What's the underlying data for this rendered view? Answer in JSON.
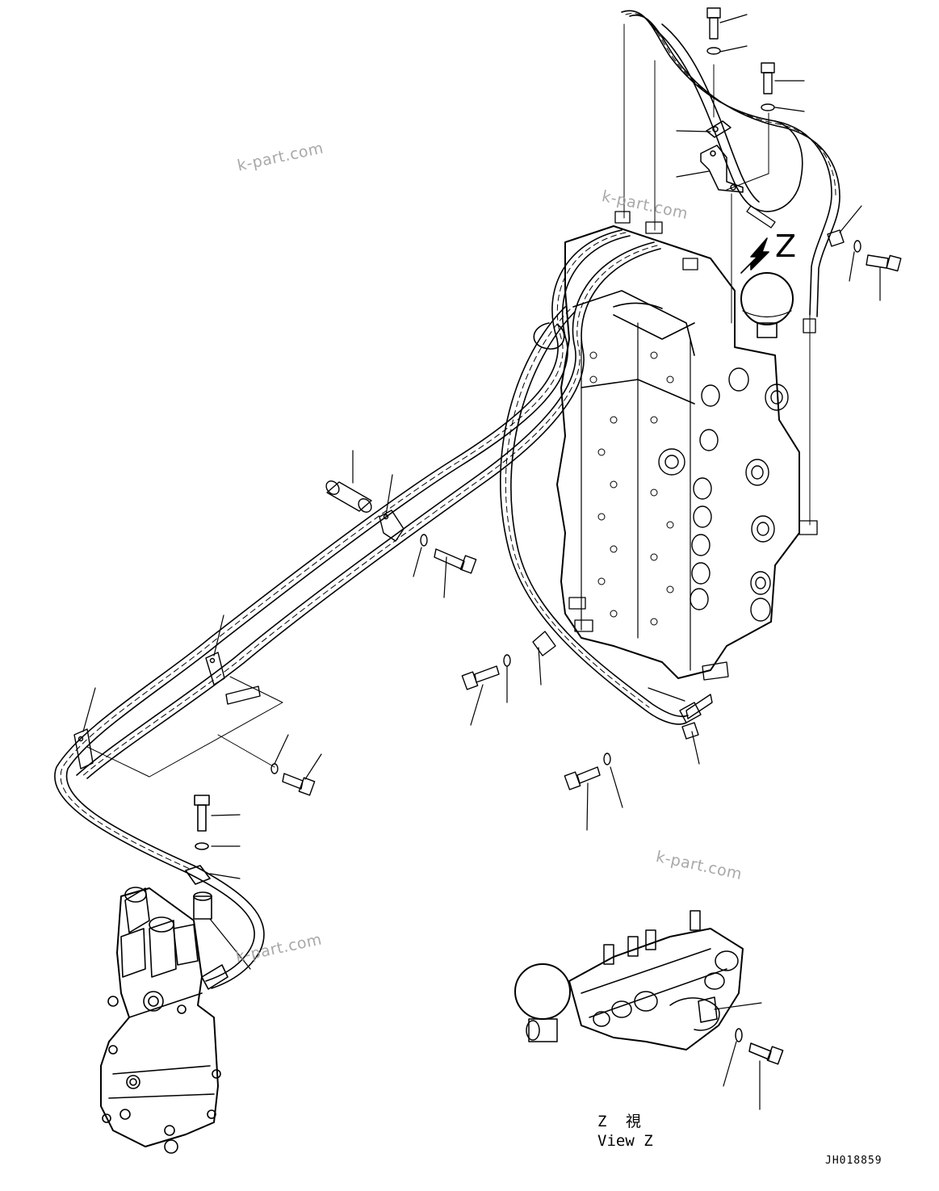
{
  "figure": {
    "view_marker": "Z",
    "view_caption_jp": "Z 視",
    "view_caption_en": "View Z",
    "code": "JH018859"
  },
  "watermarks": [
    "k-part.com",
    "k-part.com",
    "k-part.com",
    "k-part.com"
  ]
}
